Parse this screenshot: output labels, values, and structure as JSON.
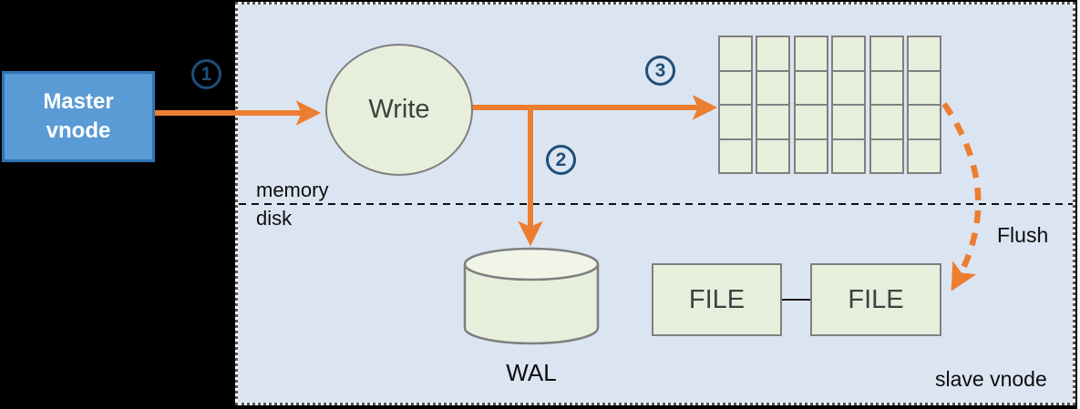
{
  "nodes": {
    "master": {
      "label": "Master vnode"
    },
    "write": {
      "label": "Write"
    },
    "wal": {
      "label": "WAL"
    },
    "file1": {
      "label": "FILE"
    },
    "file2": {
      "label": "FILE"
    }
  },
  "labels": {
    "memory": "memory",
    "disk": "disk",
    "flush": "Flush",
    "slave_vnode": "slave vnode"
  },
  "steps": [
    {
      "n": "1"
    },
    {
      "n": "2"
    },
    {
      "n": "3"
    }
  ],
  "grid": {
    "rows": 4,
    "cols": 6
  },
  "colors": {
    "accent_orange": "#ED7D31",
    "panel_bg": "#DBE5F1",
    "node_fill": "#E7EFDC",
    "node_border": "#7F7F7F",
    "master_fill": "#5B9BD5",
    "master_border": "#2E75B6",
    "step_navy": "#1F4E79",
    "canvas_black": "#000000"
  }
}
